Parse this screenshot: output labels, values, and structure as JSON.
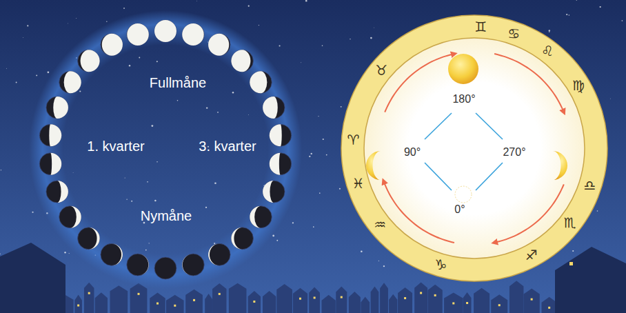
{
  "diagram": {
    "labels": [
      "Fullmåne",
      "1. kvarter",
      "3. kvarter",
      "Nymåne",
      "180°",
      "90°",
      "270°",
      "0°",
      "♊",
      "♋",
      "♌",
      "♍",
      "♎",
      "♏",
      "♐",
      "♑",
      "♒",
      "♓",
      "♈",
      "♉"
    ]
  }
}
